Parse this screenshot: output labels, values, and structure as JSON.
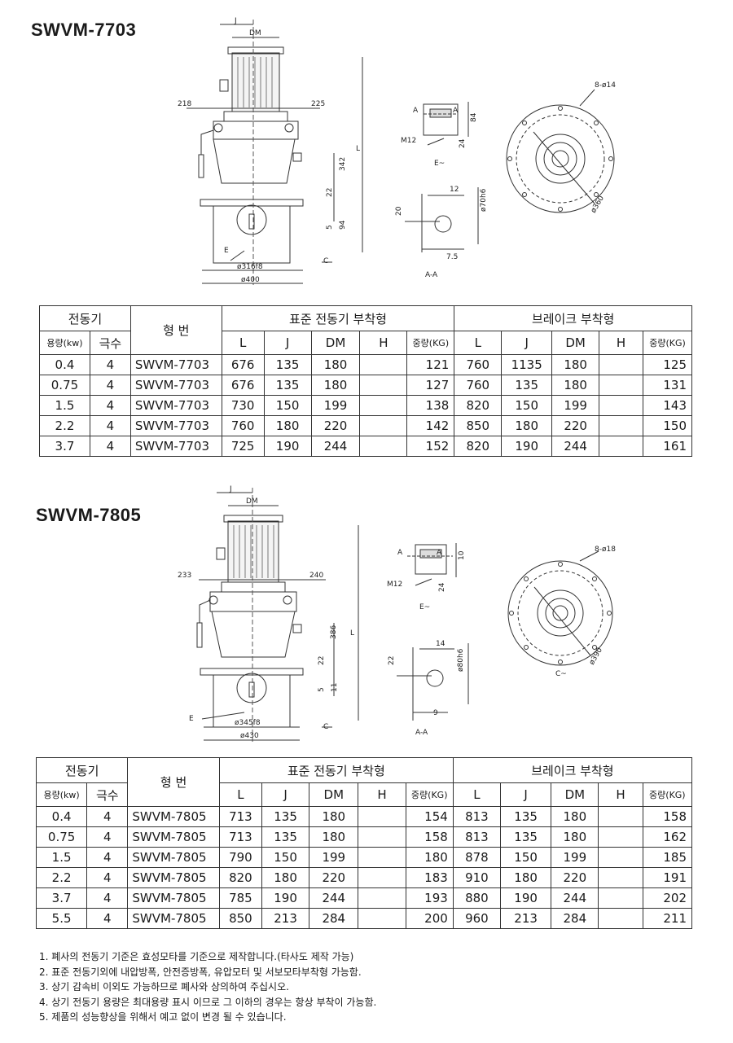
{
  "sections": [
    {
      "title": "SWVM-7703",
      "drawing": {
        "labels": {
          "J": "J",
          "DM": "DM",
          "left_offset": "218",
          "right_offset": "225",
          "L": "L",
          "h342": "342",
          "h22": "22",
          "h94": "94",
          "h5": "5",
          "E": "E",
          "C": "C",
          "d_inner": "ø316f8",
          "d_outer": "ø400"
        },
        "keyway": {
          "A": "A",
          "h84": "84",
          "M12": "M12",
          "h24": "24",
          "view": "E~"
        },
        "shaft": {
          "w12": "12",
          "d_shaft": "ø70h6",
          "h20": "20",
          "w7_5": "7.5",
          "view": "A-A"
        },
        "flange": {
          "holes": "8-ø14",
          "pcd": "ø360"
        }
      },
      "table": {
        "group_motor": "전동기",
        "group_std": "표준 전동기 부착형",
        "group_brake": "브레이크 부착형",
        "col_model": "형   번",
        "sub_cols": [
          "용량(kw)",
          "극수"
        ],
        "spec_cols": [
          "L",
          "J",
          "DM",
          "H",
          "중량(KG)"
        ],
        "rows": [
          {
            "kw": "0.4",
            "pole": "4",
            "model": "SWVM-7703",
            "L": "676",
            "J": "135",
            "DM": "180",
            "H": "",
            "wt": "121",
            "bL": "760",
            "bJ": "1135",
            "bDM": "180",
            "bH": "",
            "bwt": "125"
          },
          {
            "kw": "0.75",
            "pole": "4",
            "model": "SWVM-7703",
            "L": "676",
            "J": "135",
            "DM": "180",
            "H": "",
            "wt": "127",
            "bL": "760",
            "bJ": "135",
            "bDM": "180",
            "bH": "",
            "bwt": "131"
          },
          {
            "kw": "1.5",
            "pole": "4",
            "model": "SWVM-7703",
            "L": "730",
            "J": "150",
            "DM": "199",
            "H": "",
            "wt": "138",
            "bL": "820",
            "bJ": "150",
            "bDM": "199",
            "bH": "",
            "bwt": "143"
          },
          {
            "kw": "2.2",
            "pole": "4",
            "model": "SWVM-7703",
            "L": "760",
            "J": "180",
            "DM": "220",
            "H": "",
            "wt": "142",
            "bL": "850",
            "bJ": "180",
            "bDM": "220",
            "bH": "",
            "bwt": "150"
          },
          {
            "kw": "3.7",
            "pole": "4",
            "model": "SWVM-7703",
            "L": "725",
            "J": "190",
            "DM": "244",
            "H": "",
            "wt": "152",
            "bL": "820",
            "bJ": "190",
            "bDM": "244",
            "bH": "",
            "bwt": "161"
          }
        ]
      }
    },
    {
      "title": "SWVM-7805",
      "drawing": {
        "labels": {
          "J": "J",
          "DM": "DM",
          "left_offset": "233",
          "right_offset": "240",
          "L": "L",
          "h342": "386",
          "h22": "22",
          "h94": "11",
          "h5": "5",
          "E": "E",
          "C": "C",
          "d_inner": "ø345f8",
          "d_outer": "ø430"
        },
        "keyway": {
          "A": "A",
          "h84": "10",
          "M12": "M12",
          "h24": "24",
          "view": "E~"
        },
        "shaft": {
          "w12": "14",
          "d_shaft": "ø80h6",
          "h20": "22",
          "w7_5": "9",
          "view": "A-A"
        },
        "flange": {
          "holes": "8-ø18",
          "pcd": "ø390",
          "view": "C~"
        }
      },
      "table": {
        "group_motor": "전동기",
        "group_std": "표준 전동기 부착형",
        "group_brake": "브레이크 부착형",
        "col_model": "형   번",
        "sub_cols": [
          "용량(kw)",
          "극수"
        ],
        "spec_cols": [
          "L",
          "J",
          "DM",
          "H",
          "중량(KG)"
        ],
        "rows": [
          {
            "kw": "0.4",
            "pole": "4",
            "model": "SWVM-7805",
            "L": "713",
            "J": "135",
            "DM": "180",
            "H": "",
            "wt": "154",
            "bL": "813",
            "bJ": "135",
            "bDM": "180",
            "bH": "",
            "bwt": "158"
          },
          {
            "kw": "0.75",
            "pole": "4",
            "model": "SWVM-7805",
            "L": "713",
            "J": "135",
            "DM": "180",
            "H": "",
            "wt": "158",
            "bL": "813",
            "bJ": "135",
            "bDM": "180",
            "bH": "",
            "bwt": "162"
          },
          {
            "kw": "1.5",
            "pole": "4",
            "model": "SWVM-7805",
            "L": "790",
            "J": "150",
            "DM": "199",
            "H": "",
            "wt": "180",
            "bL": "878",
            "bJ": "150",
            "bDM": "199",
            "bH": "",
            "bwt": "185"
          },
          {
            "kw": "2.2",
            "pole": "4",
            "model": "SWVM-7805",
            "L": "820",
            "J": "180",
            "DM": "220",
            "H": "",
            "wt": "183",
            "bL": "910",
            "bJ": "180",
            "bDM": "220",
            "bH": "",
            "bwt": "191"
          },
          {
            "kw": "3.7",
            "pole": "4",
            "model": "SWVM-7805",
            "L": "785",
            "J": "190",
            "DM": "244",
            "H": "",
            "wt": "193",
            "bL": "880",
            "bJ": "190",
            "bDM": "244",
            "bH": "",
            "bwt": "202"
          },
          {
            "kw": "5.5",
            "pole": "4",
            "model": "SWVM-7805",
            "L": "850",
            "J": "213",
            "DM": "284",
            "H": "",
            "wt": "200",
            "bL": "960",
            "bJ": "213",
            "bDM": "284",
            "bH": "",
            "bwt": "211"
          }
        ]
      }
    }
  ],
  "notes": [
    "1. 폐사의 전동기 기준은 효성모타를 기준으로 제작합니다.(타사도 제작 가능)",
    "2. 표준 전동기외에 내압방폭, 안전증방폭, 유압모터 및 서보모타부착형 가능함.",
    "3. 상기 감속비 이외도 가능하므로 폐사와 상의하여 주십시오.",
    "4. 상기 전동기 용량은 최대용량 표시 이므로 그 이하의 경우는 항상 부착이 가능함.",
    "5. 제품의 성능향상을 위해서 예고 없이 변경 될 수 있습니다."
  ]
}
